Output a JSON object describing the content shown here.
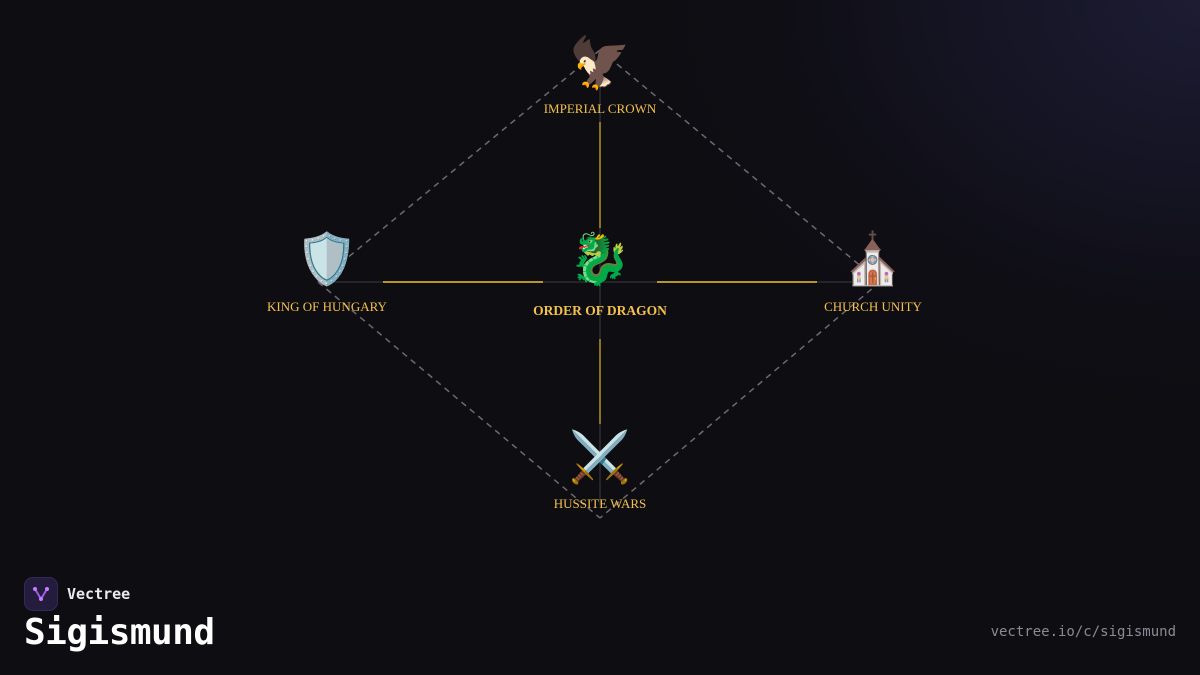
{
  "diagram": {
    "center": {
      "label": "ORDER OF DRAGON",
      "icon": "dragon-icon",
      "glyph": "🐉"
    },
    "nodes": [
      {
        "id": "top",
        "label": "IMPERIAL CROWN",
        "icon": "eagle-icon",
        "glyph": "🦅"
      },
      {
        "id": "left",
        "label": "KING OF HUNGARY",
        "icon": "shield-icon",
        "glyph": "🛡️"
      },
      {
        "id": "right",
        "label": "CHURCH UNITY",
        "icon": "church-icon",
        "glyph": "⛪"
      },
      {
        "id": "bottom",
        "label": "HUSSITE WARS",
        "icon": "crossed-swords-icon",
        "glyph": "⚔️"
      }
    ]
  },
  "brand": {
    "name": "Vectree",
    "icon": "vectree-logo-icon"
  },
  "page": {
    "title": "Sigismund",
    "url": "vectree.io/c/sigismund"
  },
  "colors": {
    "label": "#f2c14e",
    "accent_line": "#b8952a",
    "dashed_line": "#6a6a70",
    "logo_accent": "#9b5de5"
  }
}
